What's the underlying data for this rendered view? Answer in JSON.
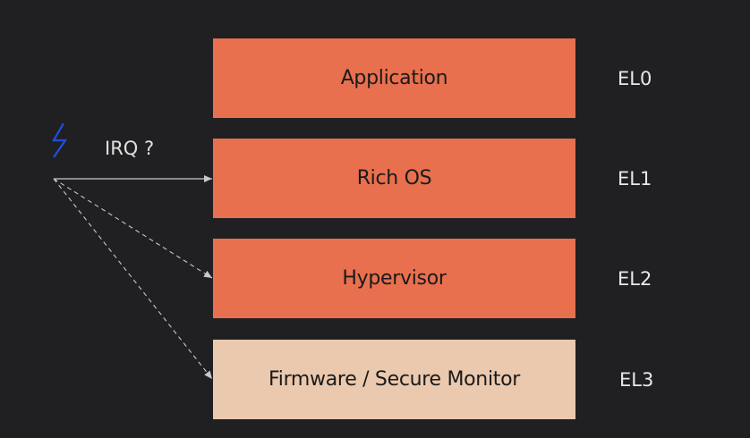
{
  "irq_label": "IRQ ?",
  "colors": {
    "background": "#202022",
    "layer_fill": "#E8704F",
    "firmware_fill": "#EBC9AE",
    "bolt": "#1F4FE0",
    "arrows": "#C8C8C8"
  },
  "icons": {
    "interrupt": "lightning-bolt-icon"
  },
  "layers": [
    {
      "label": "Application",
      "level": "EL0"
    },
    {
      "label": "Rich OS",
      "level": "EL1"
    },
    {
      "label": "Hypervisor",
      "level": "EL2"
    },
    {
      "label": "Firmware / Secure Monitor",
      "level": "EL3"
    }
  ]
}
